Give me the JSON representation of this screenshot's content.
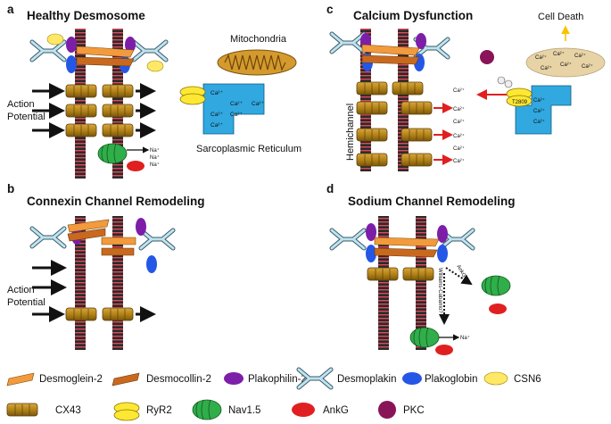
{
  "panels": {
    "a": {
      "letter": "a",
      "title": "Healthy Desmosome",
      "action_potential": [
        "Action",
        "Potential"
      ],
      "mitochondria": "Mitochondria",
      "sr": "Sarcoplasmic Reticulum",
      "na": "Na⁺",
      "ca": "Ca²⁺"
    },
    "b": {
      "letter": "b",
      "title": "Connexin Channel Remodeling",
      "action_potential": [
        "Action",
        "Potential"
      ]
    },
    "c": {
      "letter": "c",
      "title": "Calcium Dysfunction",
      "cell_death": "Cell Death",
      "hemichannel": "Hemichannel",
      "t2809": "T2809",
      "ca": "Ca²⁺"
    },
    "d": {
      "letter": "d",
      "title": "Sodium Channel Remodeling",
      "ankg": "AnkG?",
      "wwchannel": "Williams-Cabarrio?",
      "na": "Na⁺"
    }
  },
  "legend": [
    {
      "key": "desmoglein",
      "label": "Desmoglein-2",
      "color": "#f29a3c"
    },
    {
      "key": "desmocollin",
      "label": "Desmocollin-2",
      "color": "#c8691f"
    },
    {
      "key": "plakophilin",
      "label": "Plakophilin-2",
      "color": "#7d1ea8"
    },
    {
      "key": "desmoplakin",
      "label": "Desmoplakin",
      "color": "#bde4f0"
    },
    {
      "key": "plakoglobin",
      "label": "Plakoglobin",
      "color": "#2457e6"
    },
    {
      "key": "csn6",
      "label": "CSN6",
      "color": "#ffe866"
    },
    {
      "key": "cx43",
      "label": "CX43",
      "color": "#b0841a"
    },
    {
      "key": "ryr2",
      "label": "RyR2",
      "color": "#ffe833"
    },
    {
      "key": "nav15",
      "label": "Nav1.5",
      "color": "#2fae4a"
    },
    {
      "key": "ankg",
      "label": "AnkG",
      "color": "#e02020"
    },
    {
      "key": "pkc",
      "label": "PKC",
      "color": "#8a1458"
    }
  ]
}
